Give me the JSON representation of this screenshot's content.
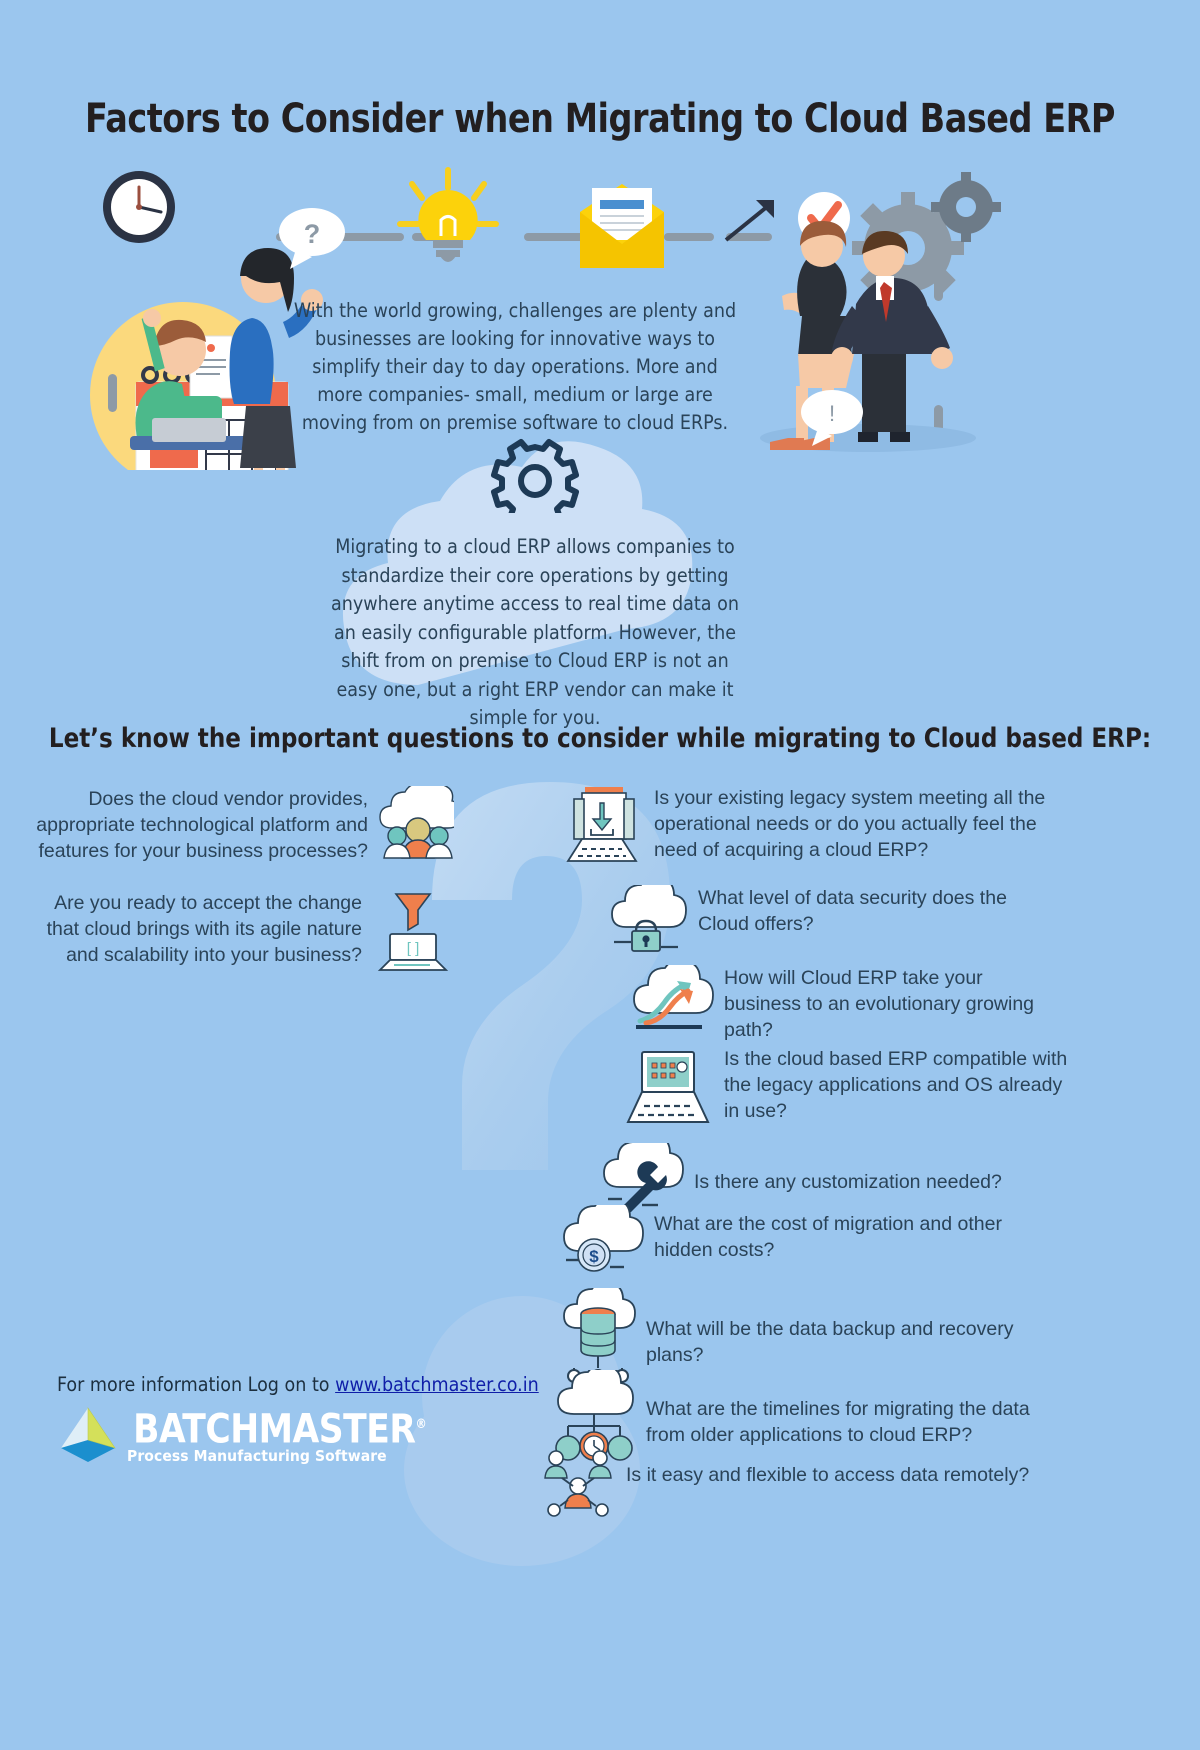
{
  "page": {
    "title": "Factors to Consider when Migrating to Cloud Based ERP",
    "background_color": "#9bc6ee",
    "text_color": "#2a4358",
    "accent_color": "#6fc5bf"
  },
  "intro": {
    "paragraph": "With the world growing, challenges are plenty and businesses are looking for innovative ways to simplify their day to day operations. More and more companies- small, medium or large are moving from on premise software to cloud ERPs."
  },
  "cloud_block": {
    "icon": "gear-icon",
    "paragraph": "Migrating to a cloud ERP allows companies to standardize their core operations by getting anywhere anytime access to real time data on an easily configurable platform. However, the shift from on premise to Cloud ERP is not an easy one, but a right ERP vendor can make it simple for you."
  },
  "section": {
    "heading": "Let’s know the important questions to consider while migrating to Cloud based ERP:"
  },
  "questions_left": [
    {
      "icon": "people-group-cloud-icon",
      "text": "Does the cloud vendor provides, appropriate technological platform and features for your business processes?"
    },
    {
      "icon": "laptop-funnel-icon",
      "text": "Are you ready to accept the change that cloud brings with its agile nature and scalability into your business?"
    }
  ],
  "questions_right": [
    {
      "icon": "laptop-download-icon",
      "text": "Is your existing legacy system meeting all the operational needs or do you actually feel the need of acquiring a cloud ERP?"
    },
    {
      "icon": "cloud-lock-icon",
      "text": "What level of data security does the Cloud offers?"
    },
    {
      "icon": "cloud-growth-arrows-icon",
      "text": "How will Cloud ERP take your business to an evolutionary growing path?"
    },
    {
      "icon": "laptop-apps-icon",
      "text": "Is the cloud based ERP compatible with the legacy applications and OS already in use?"
    },
    {
      "icon": "cloud-wrench-icon",
      "text": "Is there any customization needed?"
    },
    {
      "icon": "cloud-dollar-icon",
      "text": "What are the cost of migration and other hidden costs?"
    },
    {
      "icon": "cloud-database-icon",
      "text": "What will be the data backup and recovery plans?"
    },
    {
      "icon": "cloud-timer-network-icon",
      "text": "What are the timelines for migrating the data from older applications to cloud ERP?"
    },
    {
      "icon": "people-network-icon",
      "text": "Is it easy and flexible to access data remotely?"
    }
  ],
  "footer": {
    "prefix": "For more information Log on to ",
    "url_text": "www.batchmaster.co.in",
    "logo_name": "BATCHMASTER",
    "logo_registered": "®",
    "logo_tagline": "Process Manufacturing Software"
  },
  "header_icons": [
    "clock-icon",
    "calendar-icon",
    "document-icon",
    "question-bubble-icon",
    "lightbulb-icon",
    "envelope-icon",
    "growth-arrow-icon",
    "checkmark-icon",
    "gears-icon"
  ]
}
